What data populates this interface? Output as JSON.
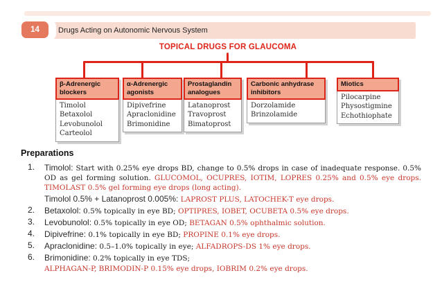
{
  "page": {
    "chapter_number": "14",
    "chapter_title": "Drugs Acting on Autonomic Nervous System"
  },
  "diagram": {
    "title": "TOPICAL DRUGS FOR GLAUCOMA",
    "classes": [
      {
        "header": "β-Adrenergic blockers",
        "drugs": [
          "Timolol",
          "Betaxolol",
          "Levobunolol",
          "Carteolol"
        ]
      },
      {
        "header": "α-Adrenergic agonists",
        "drugs": [
          "Dipivefrine",
          "Apraclonidine",
          "Brimonidine"
        ]
      },
      {
        "header": "Prostaglandin analogues",
        "drugs": [
          "Latanoprost",
          "Travoprost",
          "Bimatoprost"
        ]
      },
      {
        "header": "Carbonic anhydrase inhibitors",
        "drugs": [
          "Dorzolamide",
          "Brinzolamide"
        ]
      },
      {
        "header": "Miotics",
        "drugs": [
          "Pilocarpine",
          "Physostigmine",
          "Echothiophate"
        ]
      }
    ]
  },
  "preparations": {
    "heading": "Preparations",
    "items": [
      {
        "number": "1.",
        "lines": [
          {
            "parts": [
              {
                "style": "lead",
                "text": "Timolol: "
              },
              {
                "style": "body",
                "text": "Start with 0.25% eye drops BD, change to 0.5% drops in case of inadequate response. 0.5% OD as gel forming solution. "
              },
              {
                "style": "brand",
                "text": "GLUCOMOL, OCUPRES, IOTIM, LOPRES 0.25% and 0.5% eye drops. TIMOLAST 0.5% gel forming eye drops (long acting)."
              }
            ]
          },
          {
            "parts": [
              {
                "style": "lead",
                "text": "Timolol 0.5% + Latanoprost 0.005%: "
              },
              {
                "style": "brand",
                "text": "LAPROST PLUS, LATOCHEK-T eye drops."
              }
            ]
          }
        ]
      },
      {
        "number": "2.",
        "lines": [
          {
            "parts": [
              {
                "style": "lead",
                "text": "Betaxolol: "
              },
              {
                "style": "body",
                "text": "0.5% topically in eye BD; "
              },
              {
                "style": "brand",
                "text": "OPTIPRES, IOBET, OCUBETA 0.5% eye drops."
              }
            ]
          }
        ]
      },
      {
        "number": "3.",
        "lines": [
          {
            "parts": [
              {
                "style": "lead",
                "text": "Levobunolol: "
              },
              {
                "style": "body",
                "text": "0.5% topically in eye OD; "
              },
              {
                "style": "brand",
                "text": "BETAGAN 0.5% ophthalmic solution."
              }
            ]
          }
        ]
      },
      {
        "number": "4.",
        "lines": [
          {
            "parts": [
              {
                "style": "lead",
                "text": "Dipivefrine: "
              },
              {
                "style": "body",
                "text": "0.1% topically in eye BD; "
              },
              {
                "style": "brand",
                "text": "PROPINE 0.1% eye drops."
              }
            ]
          }
        ]
      },
      {
        "number": "5.",
        "lines": [
          {
            "parts": [
              {
                "style": "lead",
                "text": "Apraclonidine: "
              },
              {
                "style": "body",
                "text": "0.5–1.0% topically in eye; "
              },
              {
                "style": "brand",
                "text": "ALFADROPS-DS 1% eye drops."
              }
            ]
          }
        ]
      },
      {
        "number": "6.",
        "lines": [
          {
            "parts": [
              {
                "style": "lead",
                "text": "Brimonidine: "
              },
              {
                "style": "body",
                "text": "0.2% topically in eye TDS;"
              }
            ]
          },
          {
            "parts": [
              {
                "style": "brand",
                "text": "ALPHAGAN-P, BRIMODIN-P 0.15% eye drops, IOBRIM 0.2% eye drops."
              }
            ]
          }
        ]
      }
    ]
  },
  "colors": {
    "accent_red": "#de2418",
    "brand_text_red": "#c8372b",
    "band_pink": "#f8dcd1",
    "badge_salmon": "#e5795e",
    "box_header_fill": "#f4a78f"
  }
}
